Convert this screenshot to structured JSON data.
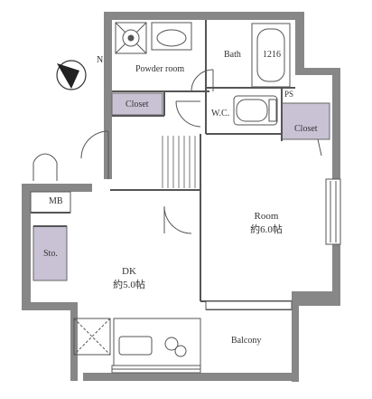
{
  "rooms": {
    "powder_room": "Powder room",
    "bath": "Bath",
    "bath_size": "1216",
    "closet_left": "Closet",
    "wc": "W.C.",
    "ps": "PS",
    "closet_right": "Closet",
    "mb": "MB",
    "sto": "Sto.",
    "room_name": "Room",
    "room_size": "約6.0帖",
    "dk_name": "DK",
    "dk_size": "約5.0帖",
    "balcony": "Balcony"
  },
  "compass": {
    "north_label": "N"
  },
  "colors": {
    "wall": "#878787",
    "storage": "#c8c2d4",
    "line": "#555555"
  }
}
